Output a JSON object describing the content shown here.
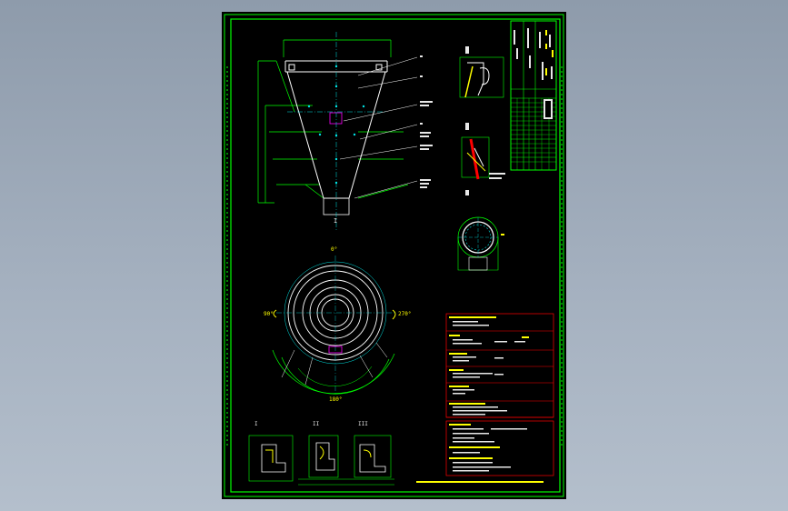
{
  "colors": {
    "background": "#000000",
    "frame": "#00ff00",
    "outline": "#ffffff",
    "centerline": "#00e5e5",
    "annotation": "#ffff00",
    "table_border": "#ff0000",
    "highlight": "#ff00ff"
  },
  "labels": {
    "section_mark": "I",
    "angle_top": "0°",
    "angle_left": "90°",
    "angle_right": "270°",
    "angle_bottom": "180°",
    "detail_i": "I",
    "detail_ii": "II",
    "detail_iii": "III"
  }
}
